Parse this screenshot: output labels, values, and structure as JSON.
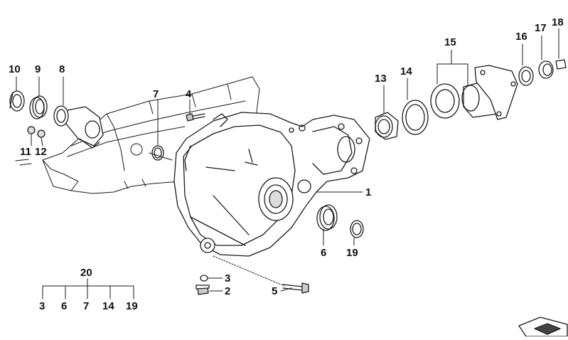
{
  "callouts": {
    "c1": "1",
    "c2": "2",
    "c3": "3",
    "c4": "4",
    "c5": "5",
    "c6": "6",
    "c7": "7",
    "c8": "8",
    "c9": "9",
    "c10": "10",
    "c11": "11",
    "c12": "12",
    "c13": "13",
    "c14": "14",
    "c15": "15",
    "c16": "16",
    "c17": "17",
    "c18": "18",
    "c19": "19",
    "c20": "20"
  },
  "group20": {
    "label": "20",
    "members": [
      "3",
      "6",
      "7",
      "14",
      "19"
    ]
  },
  "colors": {
    "line": "#1a1a1a",
    "fill": "#ffffff",
    "shade": "#d9d9d9"
  }
}
